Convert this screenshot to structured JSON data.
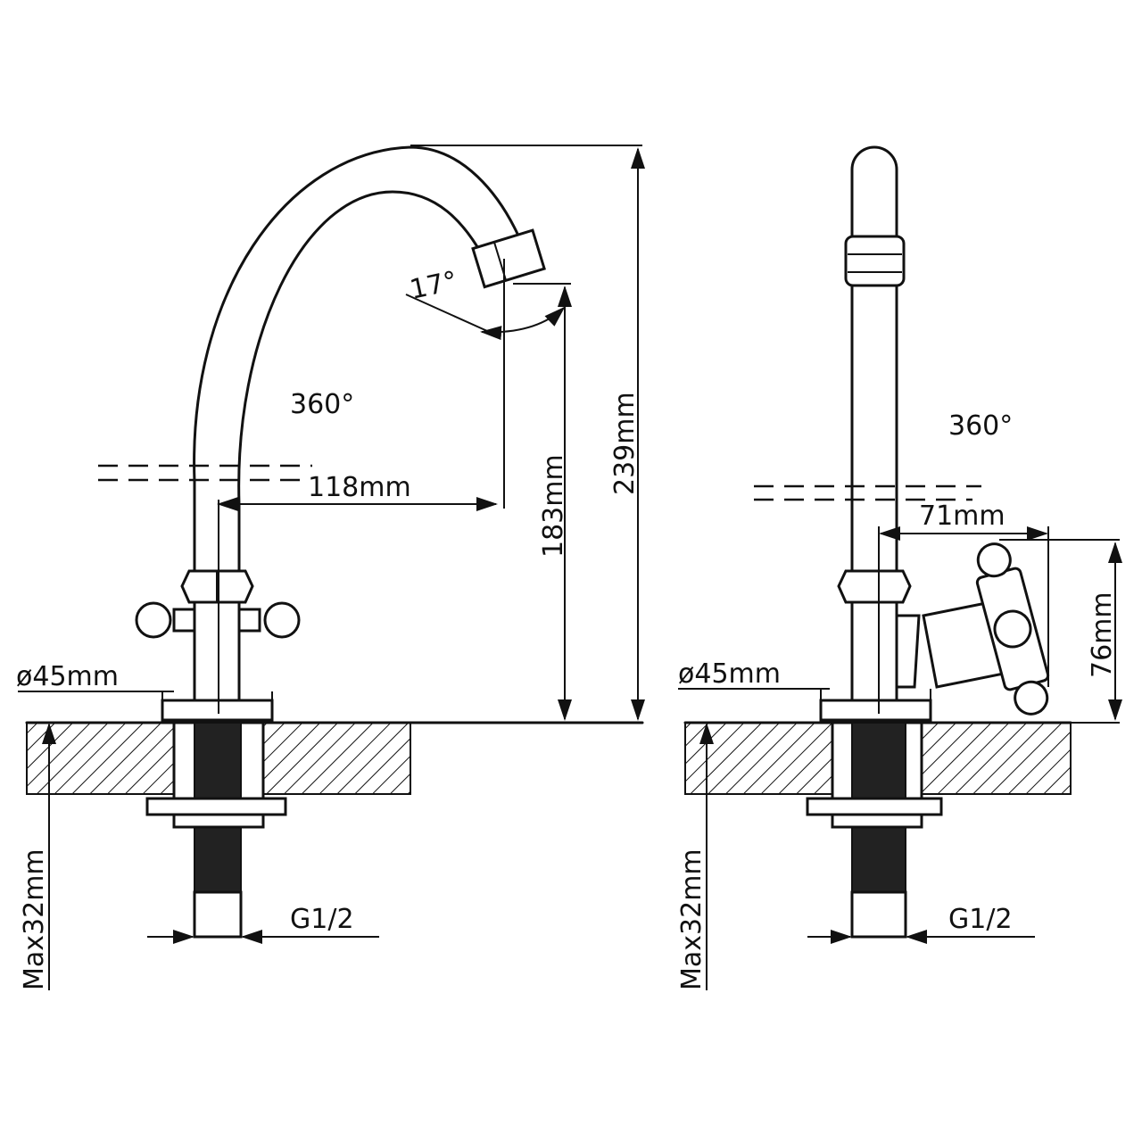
{
  "left_view": {
    "rotation_label": "360°",
    "angle_label": "17°",
    "reach_label": "118mm",
    "spout_height_label": "183mm",
    "total_height_label": "239mm",
    "base_diameter_label": "ø45mm",
    "max_thickness_label": "Max32mm",
    "thread_label": "G1/2"
  },
  "right_view": {
    "rotation_label": "360°",
    "handle_reach_label": "71mm",
    "handle_height_label": "76mm",
    "base_diameter_label": "ø45mm",
    "max_thickness_label": "Max32mm",
    "thread_label": "G1/2"
  },
  "colors": {
    "line": "#111111",
    "background": "#ffffff"
  }
}
